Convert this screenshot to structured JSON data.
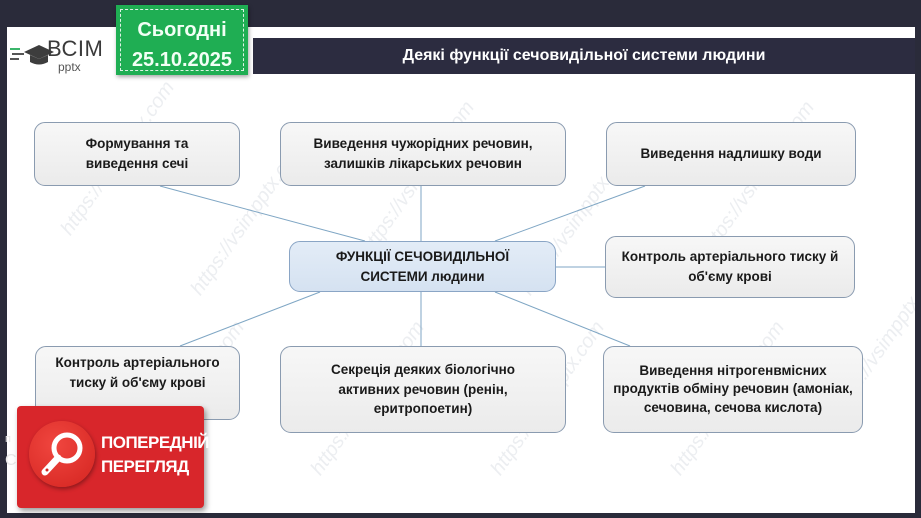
{
  "header": {
    "logo_text": "ВСІМ",
    "logo_sub": "pptx",
    "date_label": "Сьогодні",
    "date_value": "25.10.2025",
    "title": "Деякі функції сечовидільної системи людини"
  },
  "diagram": {
    "center": "ФУНКЦІЇ СЕЧОВИДІЛЬНОЇ СИСТЕМИ людини",
    "nodes": [
      {
        "id": "top-left",
        "text": "Формування та виведення сечі"
      },
      {
        "id": "top-middle",
        "text": "Виведення чужорідних речовин, залишків лікарських речовин"
      },
      {
        "id": "top-right",
        "text": "Виведення надлишку води"
      },
      {
        "id": "middle-right",
        "text": "Контроль артеріального тиску й об'єму крові"
      },
      {
        "id": "bottom-left",
        "text": "Контроль артеріального тиску й об'єму крові"
      },
      {
        "id": "bottom-middle",
        "text": "Секреція деяких біологічно активних речовин (ренін, еритропоетин)"
      },
      {
        "id": "bottom-right",
        "text": "Виведення нітрогенвмісних продуктів обміну речовин (амоніак, сечовина, сечова кислота)"
      }
    ],
    "line_color": "#7fa6c4"
  },
  "preview_badge": {
    "line1": "ПОПЕРЕДНІЙ",
    "line2": "ПЕРЕГЛЯД",
    "icon": "magnifier-icon",
    "color": "#d8262b"
  },
  "watermark": "https://vsimpptx.com",
  "colors": {
    "title_bar": "#2c2c40",
    "date_badge": "#1fae53",
    "frame": "#2a2b3a"
  }
}
